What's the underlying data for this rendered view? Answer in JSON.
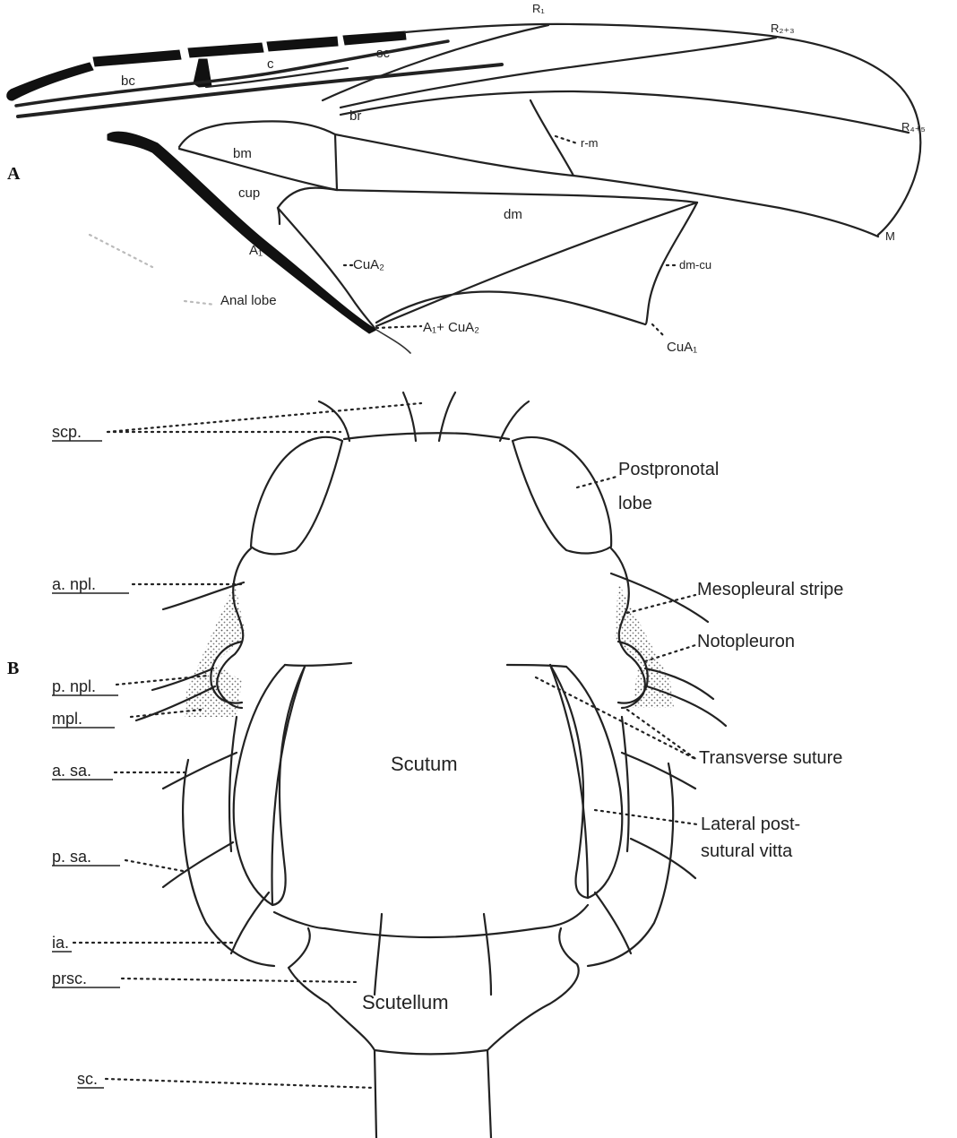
{
  "panels": {
    "a": "A",
    "b": "B"
  },
  "wing": {
    "r1": "R₁",
    "r23": "R₂₊₃",
    "r45": "R₄₊₅",
    "bc": "bc",
    "c": "c",
    "sc": "sc",
    "br": "br",
    "bm": "bm",
    "rm": "r-m",
    "cup": "cup",
    "dm": "dm",
    "m": "M",
    "a1": "A₁",
    "cua2": "CuA₂",
    "dmcu": "dm-cu",
    "anal_lobe": "Anal lobe",
    "a1cua2": "A₁+ CuA₂",
    "cua1": "CuA₁"
  },
  "thorax": {
    "left": {
      "scp": "scp.",
      "anpl": "a. npl.",
      "pnpl": "p. npl.",
      "mpl": "mpl.",
      "asa": "a. sa.",
      "psa": "p. sa.",
      "ia": "ia.",
      "prsc": "prsc.",
      "sc": "sc."
    },
    "right": {
      "postpronotal_1": "Postpronotal",
      "postpronotal_2": "lobe",
      "mesopleural": "Mesopleural stripe",
      "notopleuron": "Notopleuron",
      "transverse": "Transverse suture",
      "lateral_1": "Lateral post-",
      "lateral_2": "sutural vitta"
    },
    "center": {
      "scutum": "Scutum",
      "scutellum": "Scutellum"
    }
  }
}
